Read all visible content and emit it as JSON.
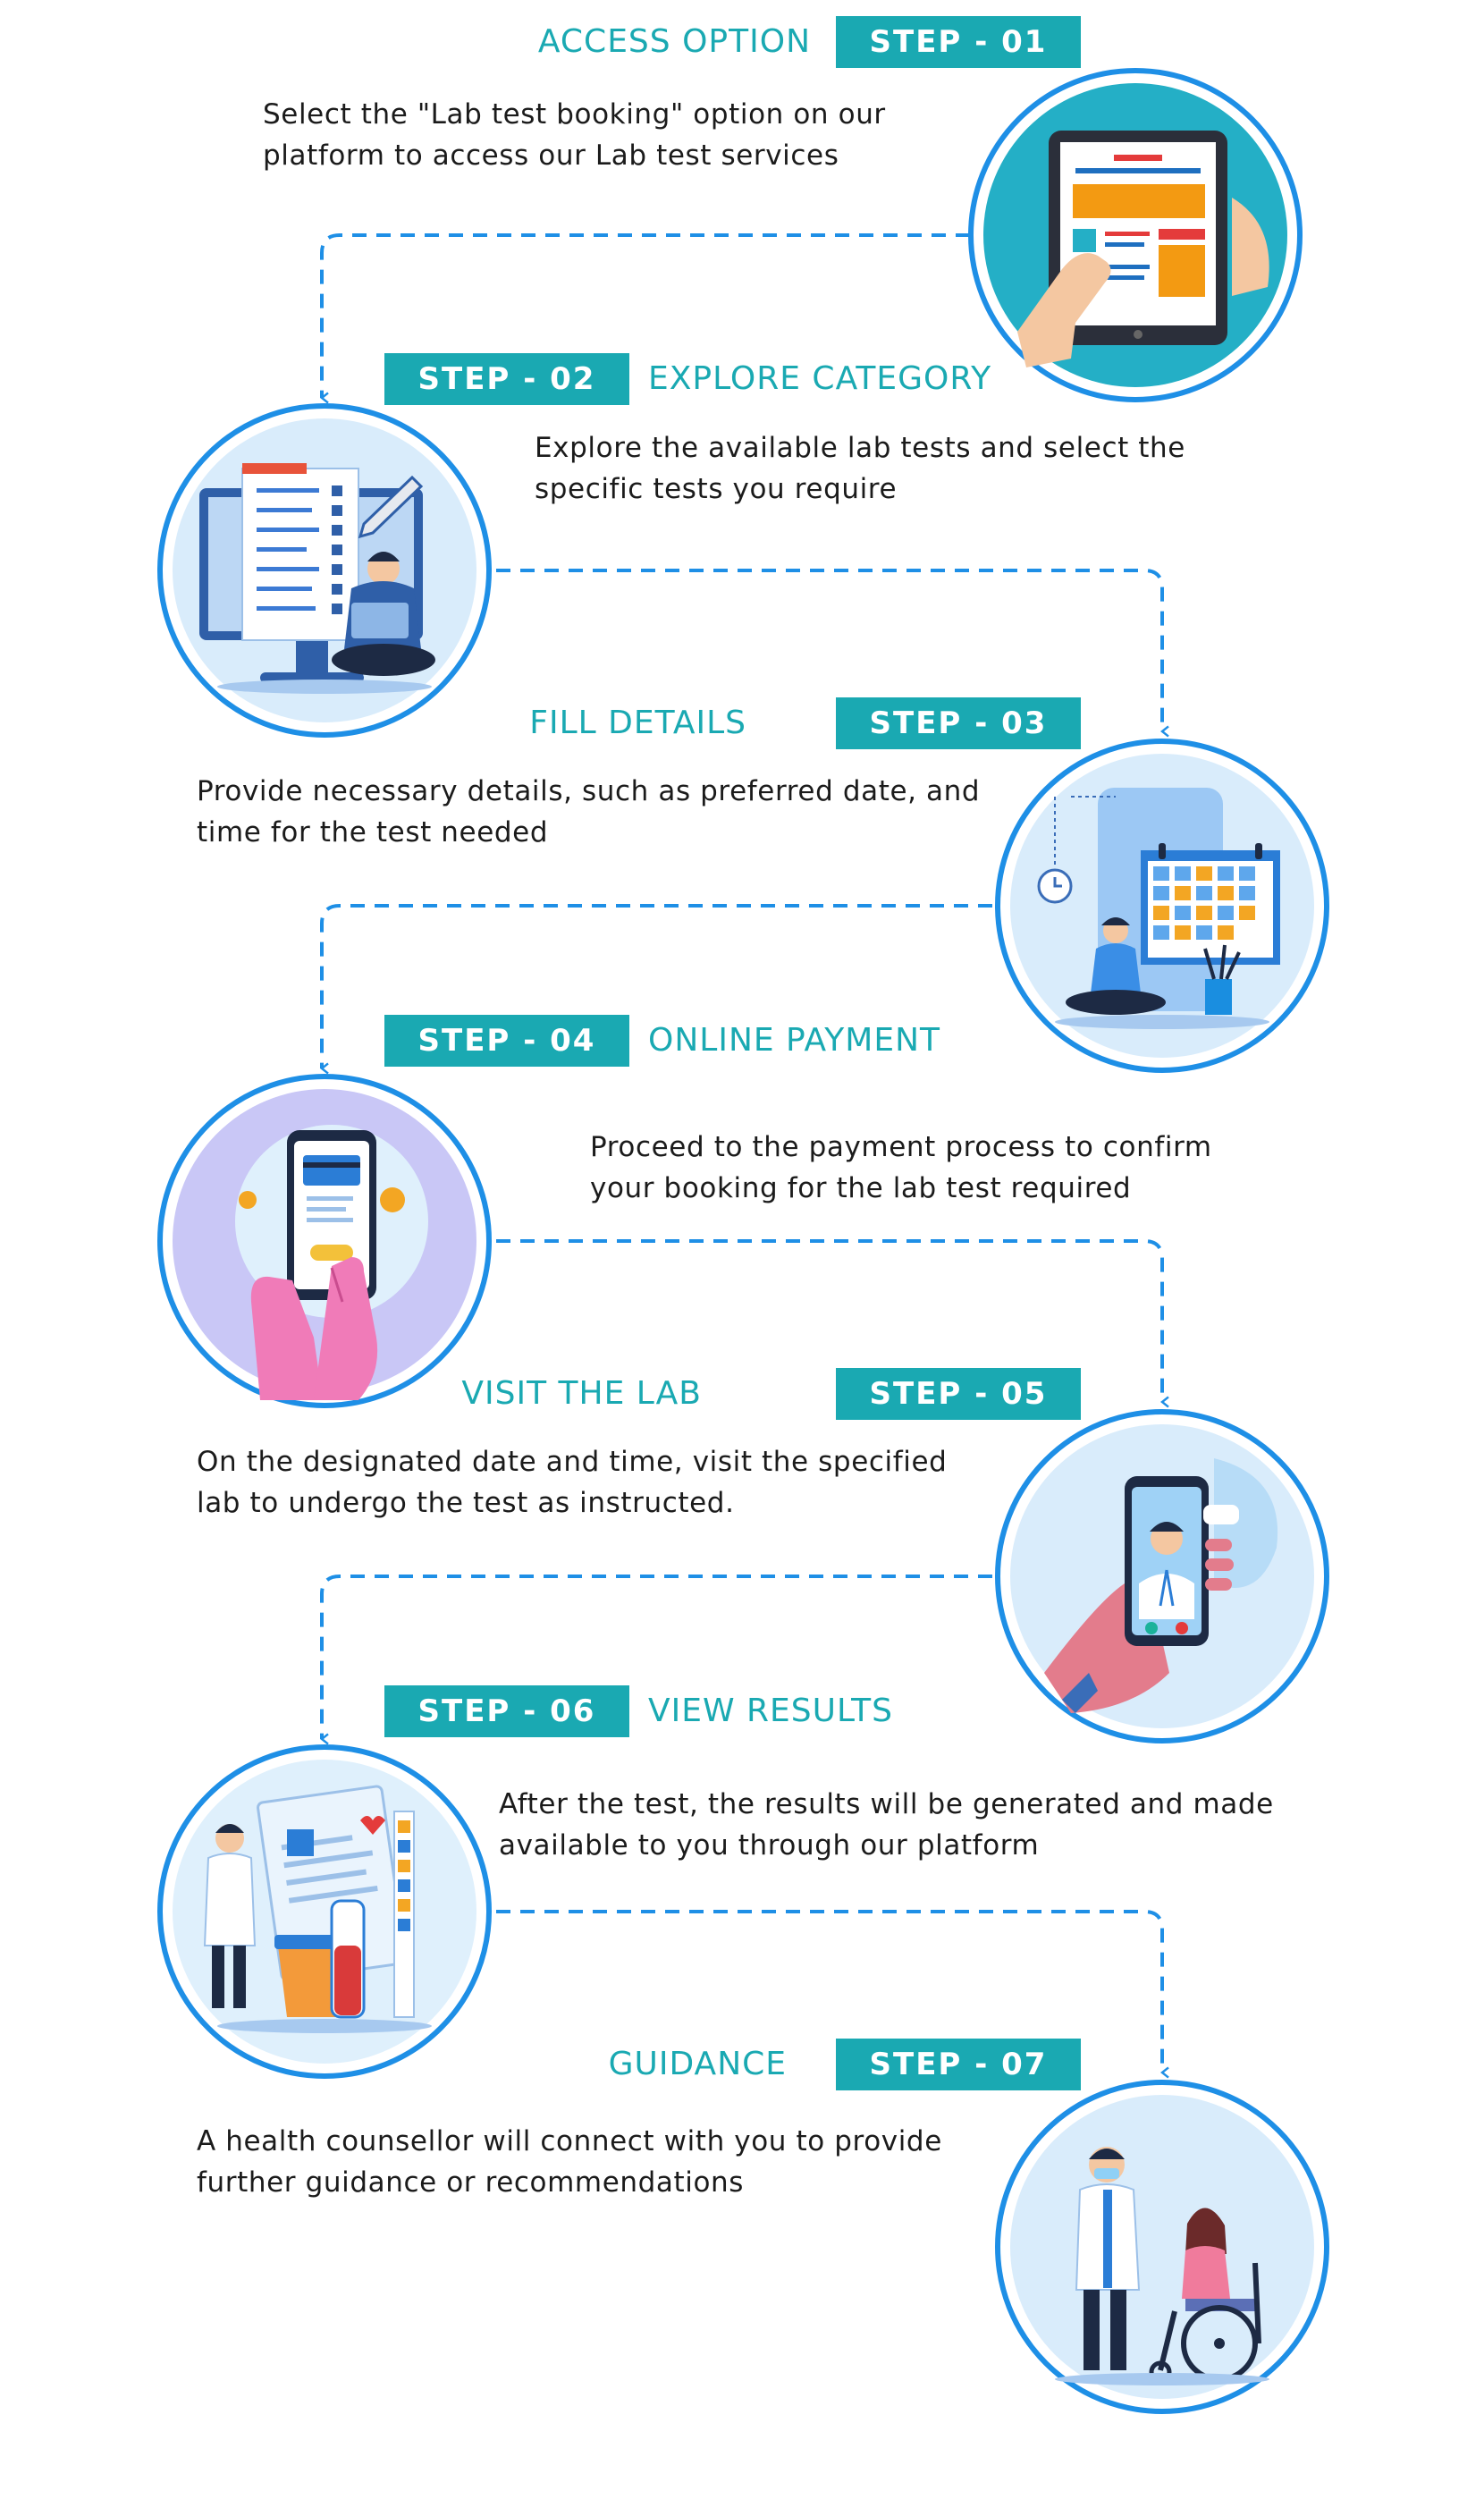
{
  "steps": [
    {
      "badge": "STEP - 01",
      "title": "ACCESS OPTION",
      "description": "Select the \"Lab test booking\" option on our platform to access our Lab test services",
      "illustration": "tablet-booking-icon"
    },
    {
      "badge": "STEP - 02",
      "title": "EXPLORE CATEGORY",
      "description": " Explore the available lab tests and select the specific tests you require",
      "illustration": "test-checklist-icon"
    },
    {
      "badge": "STEP - 03",
      "title": "FILL DETAILS",
      "description": "Provide necessary details, such as preferred date, and time for the test needed",
      "illustration": "calendar-schedule-icon"
    },
    {
      "badge": "STEP - 04",
      "title": "ONLINE PAYMENT",
      "description": "Proceed to the payment process to confirm your booking for the lab test  required",
      "illustration": "phone-payment-icon"
    },
    {
      "badge": "STEP - 05",
      "title": "VISIT THE LAB",
      "description": "On the designated date and time, visit the specified lab to undergo the test as instructed.",
      "illustration": "doctor-video-call-icon"
    },
    {
      "badge": "STEP - 06",
      "title": "VIEW RESULTS",
      "description": "After the test, the results will be generated and made available to you through our platform",
      "illustration": "lab-results-icon"
    },
    {
      "badge": "STEP - 07",
      "title": "GUIDANCE",
      "description": "A health counsellor will connect with you to provide further guidance or recommendations",
      "illustration": "health-counsellor-icon"
    }
  ],
  "colors": {
    "teal": "#1aa9b2",
    "ring_blue": "#1e8fe6",
    "connector_blue": "#1e8fe6",
    "text": "#1b1b1b",
    "disc_fill": "#d9ecfb"
  }
}
